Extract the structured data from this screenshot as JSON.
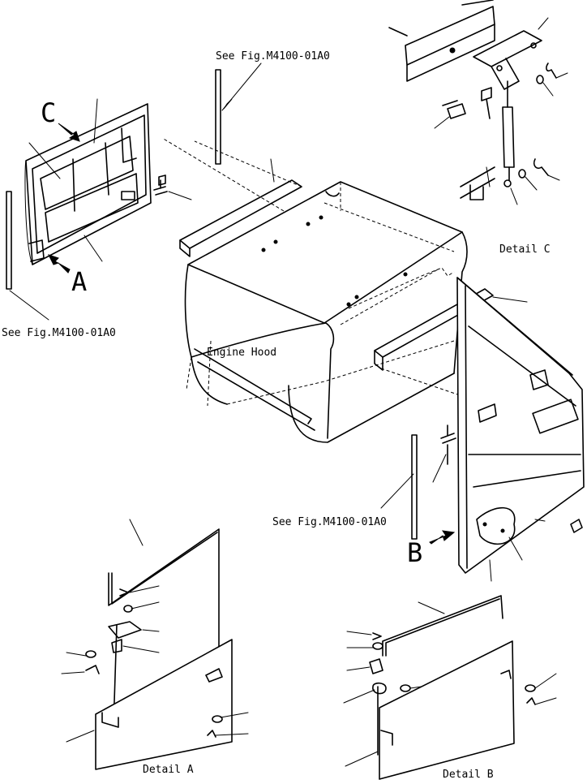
{
  "labels": {
    "ref_top": "See Fig.M4100-01A0",
    "ref_left": "See Fig.M4100-01A0",
    "ref_bottom": "See Fig.M4100-01A0",
    "engine_hood": "Engine Hood",
    "detail_a": "Detail A",
    "detail_b": "Detail B",
    "detail_c": "Detail C",
    "view_a": "A",
    "view_b": "B",
    "view_c": "C"
  }
}
